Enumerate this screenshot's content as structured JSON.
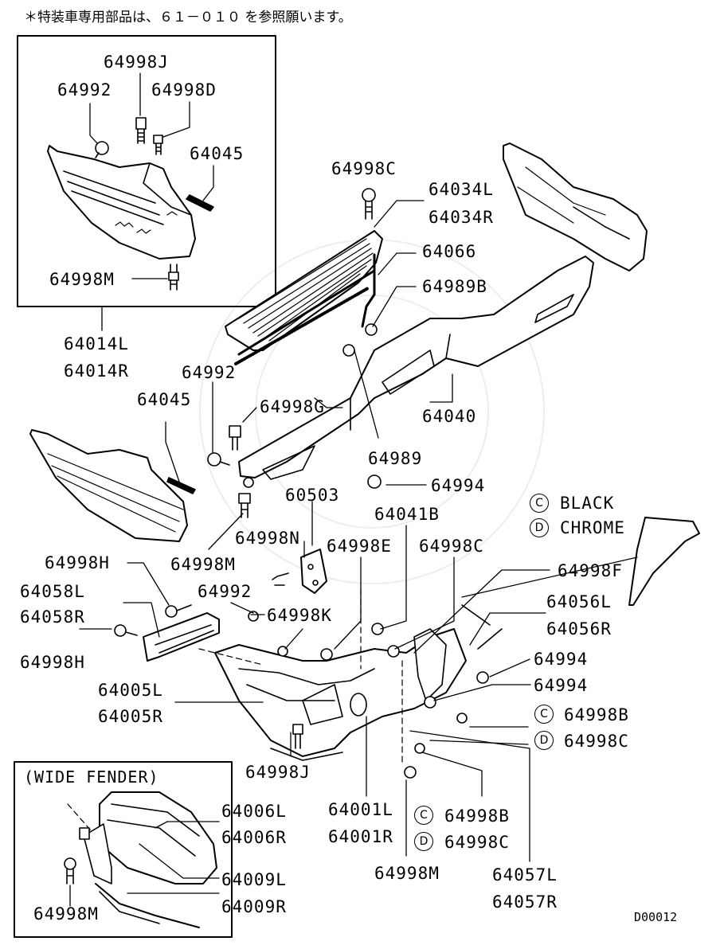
{
  "header_note": "＊特装車専用部品は、６１－０１０ を参照願います。",
  "drawing_code": "D00012",
  "legend": {
    "c_symbol": "C",
    "c_text": "BLACK",
    "d_symbol": "D",
    "d_text": "CHROME"
  },
  "inset_wide_fender": {
    "title": "(WIDE FENDER)"
  },
  "parts": {
    "p_64998J_top": "64998J",
    "p_64992_top": "64992",
    "p_64998D": "64998D",
    "p_64045_top": "64045",
    "p_64998M_top": "64998M",
    "p_64014L": "64014L",
    "p_64014R": "64014R",
    "p_64998C_top": "64998C",
    "p_64034L": "64034L",
    "p_64034R": "64034R",
    "p_64066": "64066",
    "p_64989B": "64989B",
    "p_64992_mid": "64992",
    "p_64998G": "64998G",
    "p_64045_mid": "64045",
    "p_64040": "64040",
    "p_64989": "64989",
    "p_64994_mid": "64994",
    "p_60503": "60503",
    "p_64041B": "64041B",
    "p_64998N": "64998N",
    "p_64998E": "64998E",
    "p_64998C_mid": "64998C",
    "p_64998M_mid": "64998M",
    "p_64998F": "64998F",
    "p_64998H_a": "64998H",
    "p_64992_low": "64992",
    "p_64058L": "64058L",
    "p_64058R": "64058R",
    "p_64998K": "64998K",
    "p_64056L": "64056L",
    "p_64056R": "64056R",
    "p_64998H_b": "64998H",
    "p_64994_r1": "64994",
    "p_64994_r2": "64994",
    "p_64005L": "64005L",
    "p_64005R": "64005R",
    "p_64998B_r": "64998B",
    "p_64998C_r": "64998C",
    "p_64998J_low": "64998J",
    "p_64006L": "64006L",
    "p_64006R": "64006R",
    "p_64001L": "64001L",
    "p_64001R": "64001R",
    "p_64998B_b": "64998B",
    "p_64998C_b": "64998C",
    "p_64009L": "64009L",
    "p_64009R": "64009R",
    "p_64998M_b": "64998M",
    "p_64057L": "64057L",
    "p_64057R": "64057R",
    "p_64998M_inset": "64998M"
  },
  "finish_marks": {
    "b_r_mark": "C",
    "c_r_mark": "D",
    "b_b_mark": "C",
    "c_b_mark": "D"
  }
}
